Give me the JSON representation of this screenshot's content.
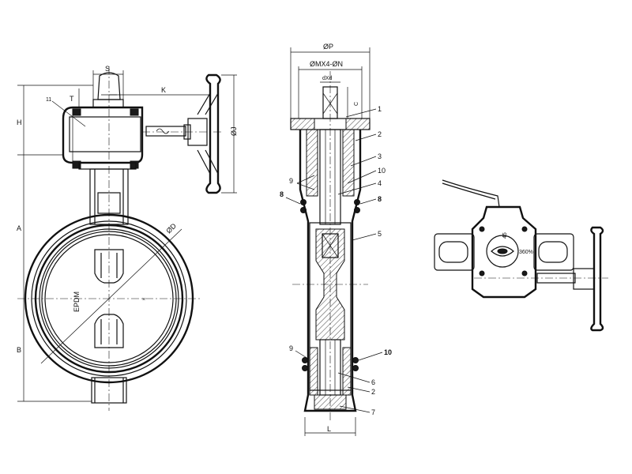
{
  "dimensions": {
    "s": "S",
    "t": "T",
    "k": "K",
    "h": "H",
    "j": "ØJ",
    "a": "A",
    "b": "B",
    "d": "ØD",
    "p": "ØP",
    "mn": "ØMX4-ØN",
    "dxd": "dXd",
    "c": "C",
    "l": "L"
  },
  "liner_material": "EPDM",
  "front_view": {
    "part_11": "11"
  },
  "section_parts": {
    "p1": "1",
    "p2_top": "2",
    "p3": "3",
    "p10_top": "10",
    "p4": "4",
    "p9_top": "9",
    "p8_left": "8",
    "p8_right": "8",
    "p5": "5",
    "p9_bottom": "9",
    "p10_bottom": "10",
    "p6": "6",
    "p2_bottom": "2",
    "p7": "7"
  },
  "top_view": {
    "scale_top": "45",
    "scale_side": "360%"
  }
}
